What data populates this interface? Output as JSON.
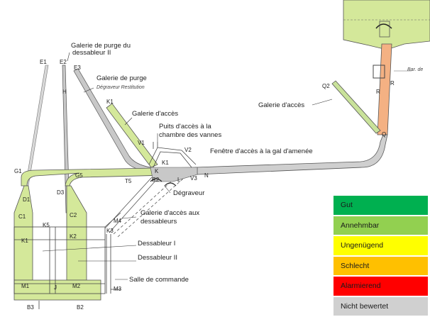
{
  "labels": {
    "galerie_purge_dessableur2": "Galerie de purge du",
    "galerie_purge_dessableur2_b": "dessableur II",
    "galerie_purge": "Galerie de purge",
    "degraveur_restitution": "Dégraveur   Restitution",
    "galerie_acces_left": "Galerie d'accès",
    "puits_acces": "Puits d'accès à la",
    "puits_acces_b": "chambre des vannes",
    "fenetre_acces": "Fenêtre d'accès à la gal d'amenée",
    "degraveur": "Dégraveur",
    "galerie_acces_dessableurs": "Galerie d'accès aux",
    "galerie_acces_dessableurs_b": "dessableurs",
    "dessableur1": "Dessableur I",
    "dessableur2": "Dessableur II",
    "salle_commande": "Salle de commande",
    "galerie_acces_right": "Galerie d'accès",
    "bar_de": "Bar. de"
  },
  "points": {
    "E1": "E1",
    "E2": "E2",
    "E3": "E3",
    "H": "H",
    "K1_top": "K1",
    "G1": "G1",
    "G5": "G5",
    "D1": "D1",
    "D3": "D3",
    "C1": "C1",
    "C2": "C2",
    "K5": "K5",
    "K1": "K1",
    "K2": "K2",
    "M1": "M1",
    "M2": "M2",
    "M4": "M4",
    "M3": "M3",
    "B3": "B3",
    "B2": "B2",
    "J": "J",
    "K3": "K3",
    "V1": "V1",
    "V2": "V2",
    "V3": "V3",
    "K": "K",
    "K1b": "K1",
    "R2": "R2",
    "L": "L",
    "N": "N",
    "T5": "T5",
    "Q2": "Q2",
    "Q": "Q",
    "R": "R",
    "R_star": "R"
  },
  "legend": [
    {
      "label": "Gut",
      "color": "#00b050"
    },
    {
      "label": "Annehmbar",
      "color": "#92d050"
    },
    {
      "label": "Ungenügend",
      "color": "#ffff00"
    },
    {
      "label": "Schlecht",
      "color": "#ffc000"
    },
    {
      "label": "Alarmierend",
      "color": "#ff0000"
    },
    {
      "label": "Nicht bewertet",
      "color": "#d0d0d0"
    }
  ]
}
